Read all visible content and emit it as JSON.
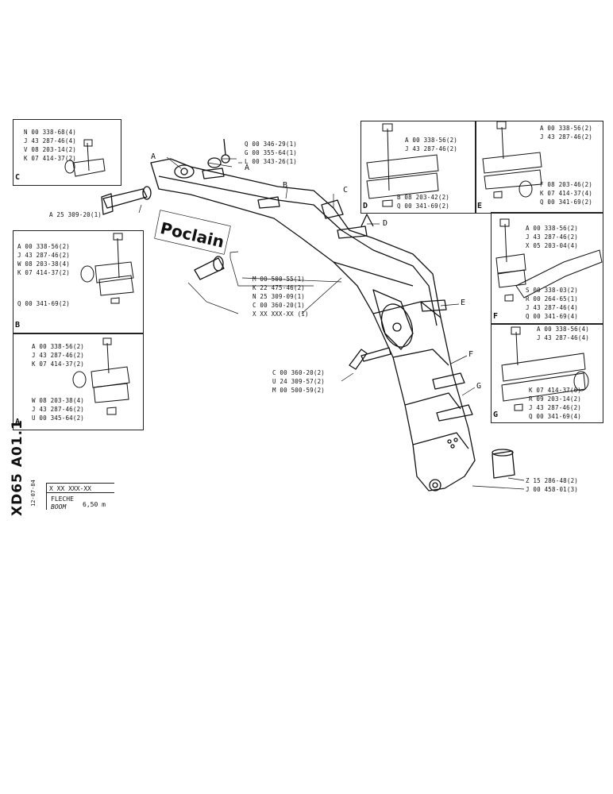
{
  "brand": "Poclain",
  "document": {
    "code": "XD65 A01.1",
    "date": "12-07-84",
    "ref": "X XX XXX-XX",
    "title_fr": "FLECHE",
    "title_en": "BOOM",
    "size": "6,50 m"
  },
  "insets": {
    "C": {
      "letter": "C",
      "parts": [
        "N 00 338-68(4)",
        "J 43 287-46(4)",
        "V 08 203-14(2)",
        "K 07 414-37(2)"
      ]
    },
    "B": {
      "letter": "B",
      "parts": [
        "A 00 338-56(2)",
        "J 43 287-46(2)",
        "W 08 203-38(4)",
        "K 07 414-37(2)",
        "Q 00 341-69(2)"
      ]
    },
    "A": {
      "letter": "A",
      "parts": [
        "A 00 338-56(2)",
        "J 43 287-46(2)",
        "K 07 414-37(2)",
        "W 08 203-38(4)",
        "J 43 287-46(2)",
        "U 00 345-64(2)"
      ]
    },
    "D": {
      "letter": "D",
      "parts": [
        "A 00 338-56(2)",
        "J 43 287-46(2)",
        "B 08 203-42(2)",
        "Q 00 341-69(2)"
      ]
    },
    "E": {
      "letter": "E",
      "parts": [
        "A 00 338-56(2)",
        "J 43 287-46(2)",
        "F 08 203-46(2)",
        "K 07 414-37(4)",
        "Q 00 341-69(2)"
      ]
    },
    "F": {
      "letter": "F",
      "parts": [
        "A 00 338-56(2)",
        "J 43 287-46(2)",
        "X 05 203-04(4)",
        "S 00 338-03(2)",
        "R 00 264-65(1)",
        "J 43 287-46(4)",
        "Q 00 341-69(4)"
      ]
    },
    "G": {
      "letter": "G",
      "parts": [
        "A 00 338-56(4)",
        "J 43 287-46(4)",
        "K 07 414-37(6)",
        "R 09 203-14(2)",
        "J 43 287-46(2)",
        "Q 00 341-69(4)"
      ]
    }
  },
  "main_parts": {
    "top_pin": [
      "Q 00 346-29(1)",
      "G 00 355-64(1)",
      "L 00 343-26(1)"
    ],
    "pivot_pin": "A 25 309-20(1)",
    "mid_pin": [
      "M 00 500-55(1)",
      "K 22 475-46(2)",
      "N 25 309-09(1)",
      "C 00 360-20(1)"
    ],
    "boom": "X XX XXX-XX (1)",
    "cyl_pin": [
      "C 00 360-20(2)",
      "U 24 309-57(2)",
      "M 00 500-59(2)"
    ],
    "foot": [
      "Z 15 286-48(2)",
      "J 00 458-01(3)"
    ]
  },
  "callouts": [
    "A",
    "A",
    "B",
    "C",
    "D",
    "E",
    "F",
    "G"
  ]
}
